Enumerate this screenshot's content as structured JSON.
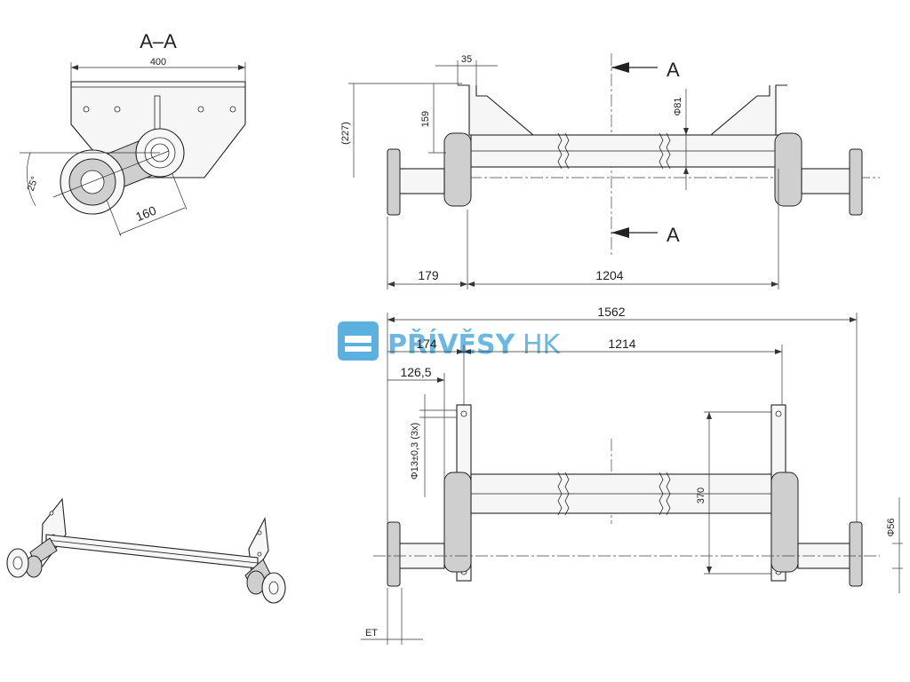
{
  "section": {
    "label": "A–A",
    "cut_marker": "A"
  },
  "brand": {
    "name_bold": "PŘÍVĚSY",
    "name_light": "HK",
    "accent": "#4aa8dc"
  },
  "side_view": {
    "width": "400",
    "angle": "25°",
    "arm_length": "160"
  },
  "front_view": {
    "tab_width": "35",
    "height_total": "(227)",
    "height_arm": "159",
    "tube_diameter": "Φ81",
    "hub_offset": "179",
    "arm_spacing": "1204"
  },
  "top_view": {
    "overall_length": "1562",
    "flange_offset": "174",
    "flange_spacing": "1214",
    "plate_offset": "126,5",
    "holes": "Φ13±0,3 (3x)",
    "plate_height": "370",
    "hub_diameter": "Φ56",
    "et_label": "ET"
  }
}
